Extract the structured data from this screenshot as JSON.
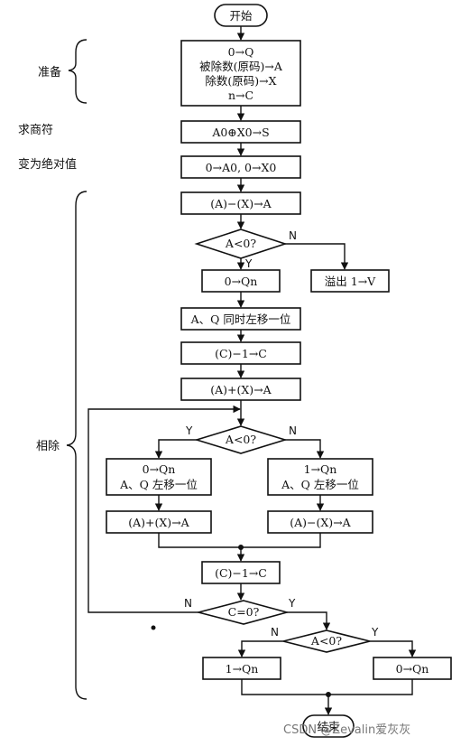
{
  "side_labels": {
    "prepare": "准备",
    "quotient_sign": "求商符",
    "abs": "变为绝对值",
    "divide": "相除"
  },
  "start": "开始",
  "end": "结束",
  "prep_lines": [
    "0→Q",
    "被除数(原码)→A",
    "除数(原码)→X",
    "n→C"
  ],
  "sign_box": "A0⊕X0→S",
  "abs_box": "0→A0, 0→X0",
  "sub_box": "(A)−(X)→A",
  "decision1": "A<0?",
  "yes": "Y",
  "no": "N",
  "overflow_box": "溢出 1→V",
  "q0_box": "0→Qn",
  "shift_box": "A、Q 同时左移一位",
  "dec_box": "(C)−1→C",
  "add_box": "(A)+(X)→A",
  "decision2": "A<0?",
  "left_branch": [
    "0→Qn",
    "A、Q 左移一位"
  ],
  "left_op": "(A)+(X)→A",
  "right_branch": [
    "1→Qn",
    "A、Q 左移一位"
  ],
  "right_op": "(A)−(X)→A",
  "dec_box2": "(C)−1→C",
  "decision3": "C=0?",
  "decision4": "A<0?",
  "final_left": "1→Qn",
  "final_right": "0→Qn",
  "watermark": "CSDN @Zevalin爱灰灰"
}
